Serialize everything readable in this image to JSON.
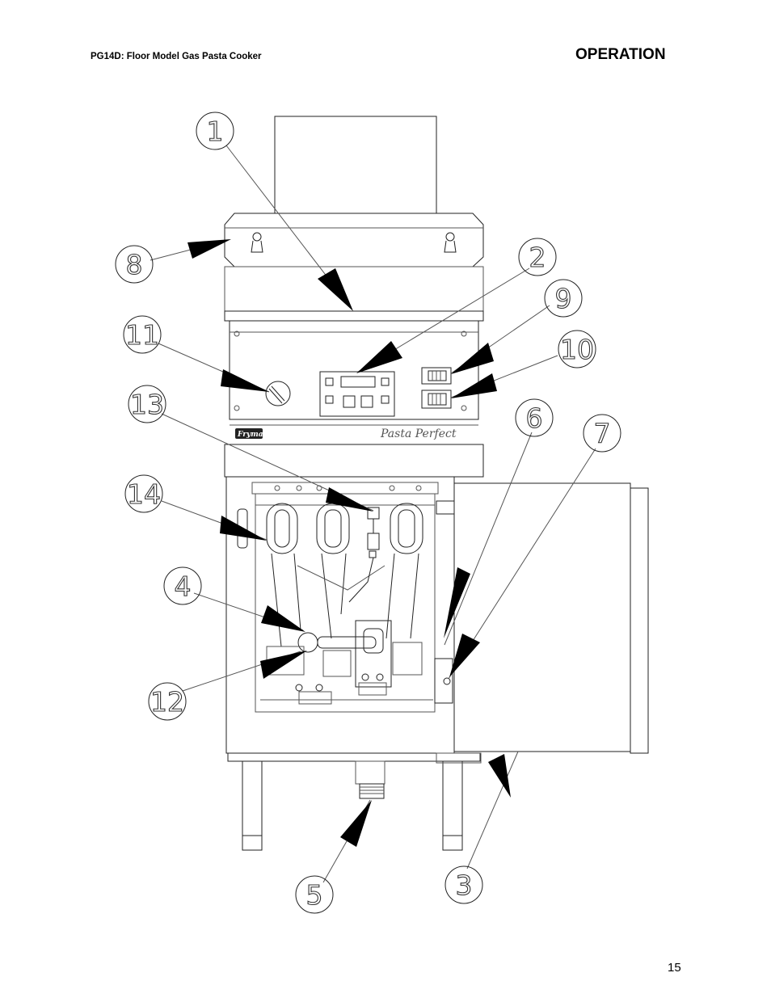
{
  "header": {
    "model_title": "PG14D: Floor Model Gas Pasta Cooker",
    "section_title": "OPERATION"
  },
  "footer": {
    "page_number": "15"
  },
  "figure": {
    "brand_script": "Pasta Perfect",
    "logo_text": "Frymaster",
    "callouts": [
      "1",
      "2",
      "3",
      "4",
      "5",
      "6",
      "7",
      "8",
      "9",
      "10",
      "11",
      "12",
      "13",
      "14"
    ]
  }
}
